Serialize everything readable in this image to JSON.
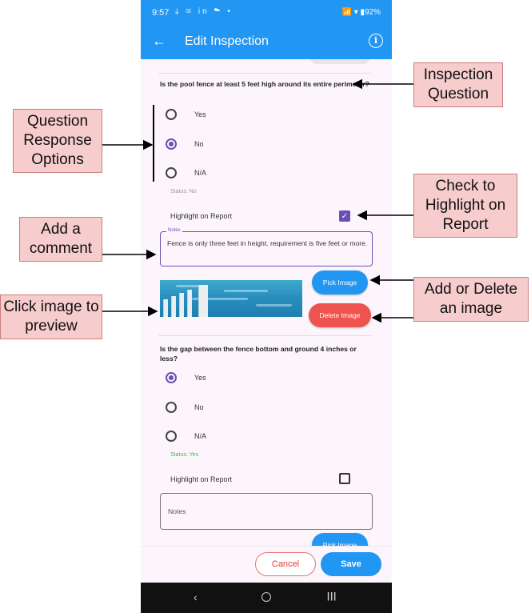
{
  "statusbar": {
    "time": "9:57",
    "notification_icons": "⤓ ✉ in ☁ •",
    "system_icons": "📶 ▾ ▮92%"
  },
  "appbar": {
    "back_icon": "←",
    "title": "Edit Inspection",
    "info_icon": "i"
  },
  "questions": [
    {
      "text": "Is the pool fence at least 5 feet high around its entire perimeter?",
      "options": [
        "Yes",
        "No",
        "N/A"
      ],
      "selected": "No",
      "status": "Status: No",
      "highlight_label": "Highlight on Report",
      "highlight_checked": true,
      "notes_label": "Notes",
      "notes_value": "Fence is only three feet in height.  requirement is five feet or more.",
      "pick_image_label": "Pick Image",
      "delete_image_label": "Delete Image"
    },
    {
      "text": "Is the gap between the fence bottom and ground 4 inches or less?",
      "options": [
        "Yes",
        "No",
        "N/A"
      ],
      "selected": "Yes",
      "status": "Status: Yes",
      "highlight_label": "Highlight on Report",
      "highlight_checked": false,
      "notes_placeholder": "Notes",
      "pick_image_label": "Pick Image"
    }
  ],
  "footer": {
    "cancel_label": "Cancel",
    "save_label": "Save"
  },
  "navbar": {
    "back": "‹",
    "recent": "|||"
  },
  "callouts": {
    "inspection_question": "Inspection Question",
    "response_options": "Question Response Options",
    "highlight": "Check to Highlight on Report",
    "comment": "Add a comment",
    "image": "Add or Delete an image",
    "preview": "Click image to preview"
  },
  "colors": {
    "primary": "#2196f3",
    "accent": "#6a4fb5",
    "danger": "#ef5350",
    "callout_fill": "#f7cccc"
  }
}
